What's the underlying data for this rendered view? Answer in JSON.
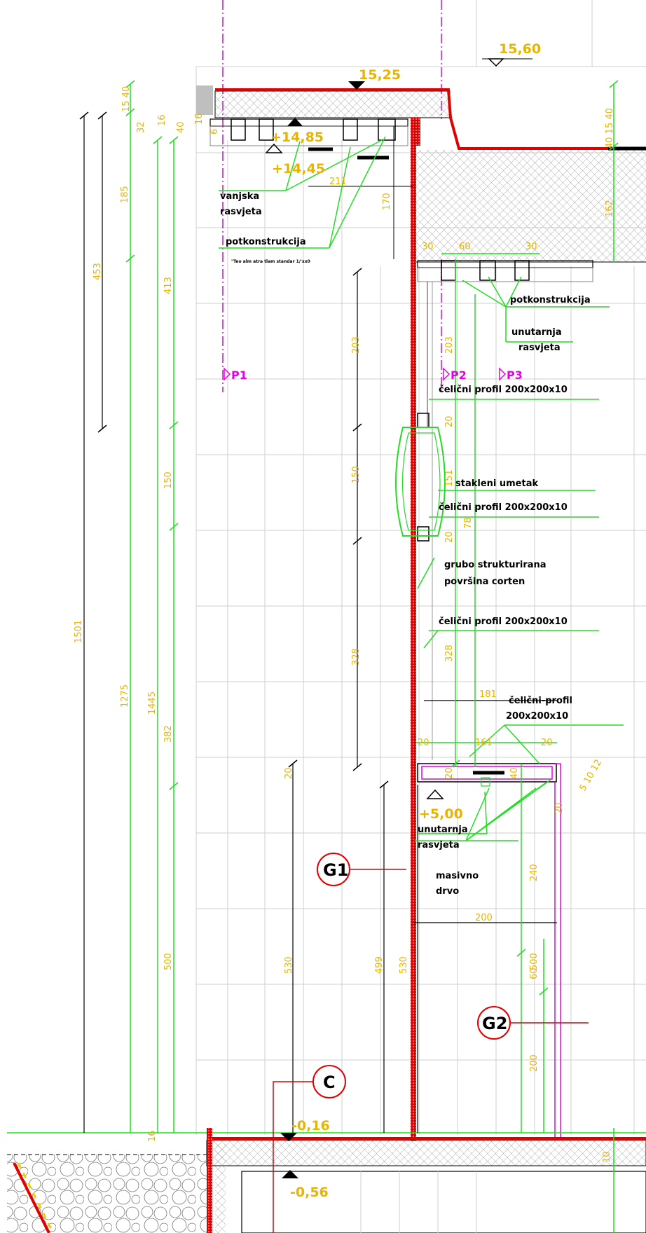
{
  "elevations": {
    "top_roof": "15,60",
    "roof_slab": "15,25",
    "canopy_top": "+14,85",
    "canopy_bottom": "+14,45",
    "lower_canopy": "+5,00",
    "ground": "-0,16",
    "foundation": "-0,56"
  },
  "left_dims": {
    "d15_40_a": "15 40",
    "d32": "32",
    "d16_a": "16",
    "d40": "40",
    "d6": "6",
    "d16_b": "16",
    "d185": "185",
    "d453": "453",
    "d413": "413",
    "d150_a": "150",
    "d1501": "1501",
    "d1275": "1275",
    "d1445": "1445",
    "d382": "382",
    "d500_a": "500",
    "d16_c": "16"
  },
  "center_dims": {
    "d211": "211",
    "d170": "170",
    "d203_a": "203",
    "d150_b": "150",
    "d328_a": "328",
    "d20_a": "20",
    "d530_a": "530",
    "d499": "499",
    "d530_b": "530"
  },
  "right_dims": {
    "d15_40_b": "40 15 40",
    "d162": "162",
    "d30_a": "30",
    "d60_a": "60",
    "d30_b": "30",
    "d203_b": "203",
    "d20_b": "20",
    "d151": "151",
    "d78": "78",
    "d20_c": "20",
    "d328_b": "328",
    "d181": "181",
    "d20_d": "20",
    "d161": "161",
    "d20_e": "20",
    "d20_f": "20",
    "d40_b": "40",
    "d20_g": "20",
    "d240": "240",
    "d200_a": "200",
    "d500_b": "500",
    "d60_b": "60",
    "d200_b": "200",
    "d10": "10",
    "d5_10_12": "5 10 12"
  },
  "labels": {
    "vanjska_rasvjeta": [
      "vanjska",
      "rasvjeta"
    ],
    "potkonstrukcija_top": "potkonstrukcija",
    "small_note": "\"Teo alm atra tlam standar 1/'xx0",
    "potkonstrukcija_right": "potkonstrukcija",
    "unutarnja_rasvjeta_top": [
      "unutarnja",
      "rasvjeta"
    ],
    "celicni_profil_1": "čelični profil 200x200x10",
    "stakleni_umetak": "stakleni umetak",
    "celicni_profil_2": "čelični profil 200x200x10",
    "grubo": [
      "grubo strukturirana",
      "površina corten"
    ],
    "celicni_profil_3": "čelični profil 200x200x10",
    "celicni_profil_4": [
      "čelični-profil",
      "200x200x10"
    ],
    "unutarnja_rasvjeta_bottom": [
      "unutarnja",
      "rasvjeta"
    ],
    "masivno_drvo": [
      "masivno",
      "drvo"
    ]
  },
  "sections": {
    "p1": "P1",
    "p2": "P2",
    "p3": "P3"
  },
  "callouts": {
    "g1": "G1",
    "g2": "G2",
    "c": "C"
  },
  "colors": {
    "dimension": "#e8b400",
    "green": "#22dd22",
    "red": "#e00000",
    "magenta": "#e600e6",
    "grid": "#cfcfcf"
  }
}
